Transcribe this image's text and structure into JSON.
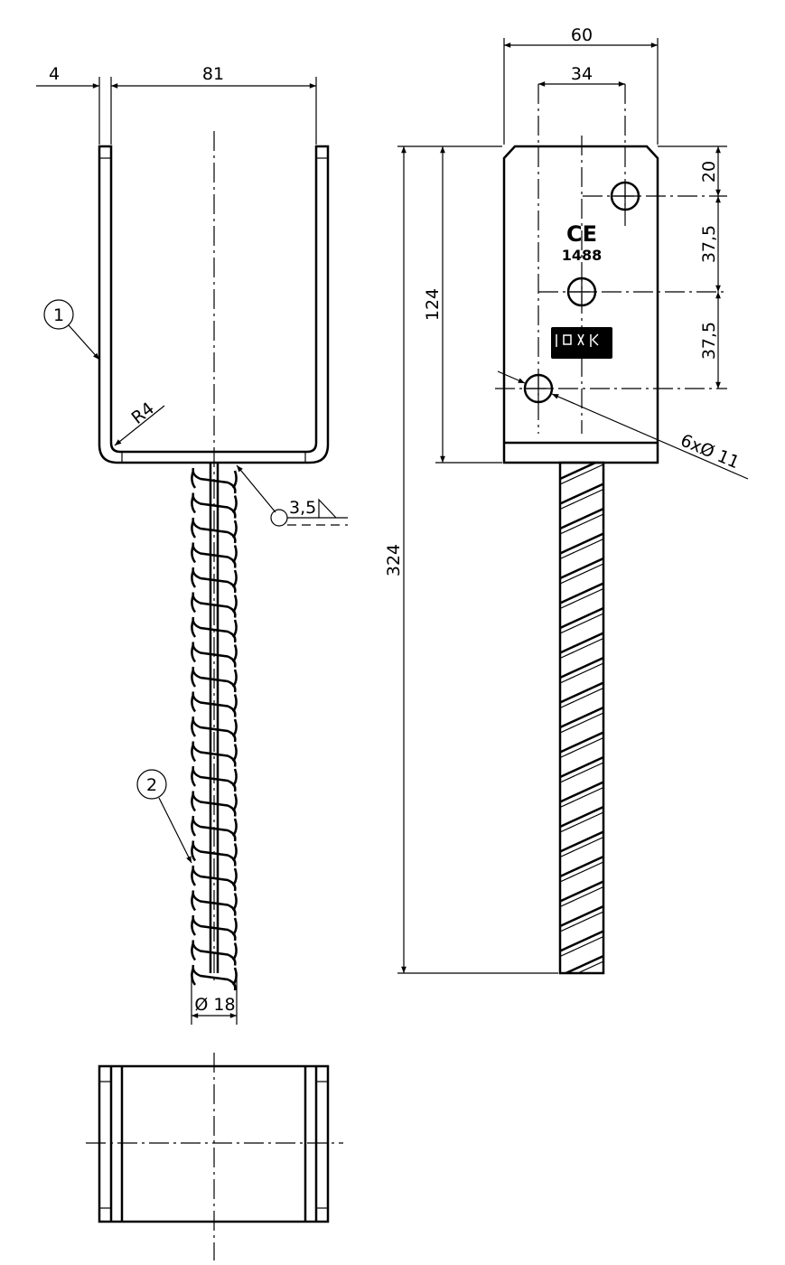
{
  "drawing": {
    "dimensions": {
      "flange_thickness": "4",
      "inner_width": "81",
      "plate_width": "60",
      "hole_spacing_horizontal": "34",
      "hole_top_offset": "20",
      "hole_spacing_1": "37,5",
      "hole_spacing_2": "37,5",
      "plate_height": "124",
      "total_height": "324",
      "holes": "6xØ 11",
      "bend_radius": "R4",
      "weld_size": "3,5",
      "rebar_diameter": "Ø 18"
    },
    "balloons": [
      "1",
      "2"
    ],
    "markings": {
      "ce": "CE",
      "notified_body": "1488"
    }
  }
}
